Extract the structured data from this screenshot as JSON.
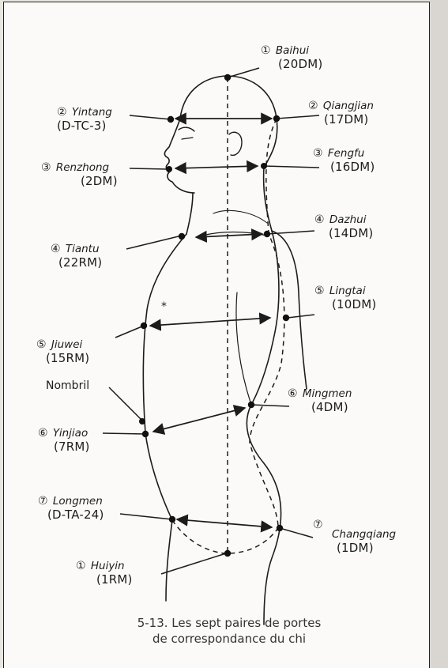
{
  "points": {
    "baihui": {
      "num": "①",
      "name": "Baihui",
      "code": "(20DM)"
    },
    "yintang": {
      "num": "②",
      "name": "Yintang",
      "code": "(D-TC-3)"
    },
    "qiangjian": {
      "num": "②",
      "name": "Qiangjian",
      "code": "(17DM)"
    },
    "renzhong": {
      "num": "③",
      "name": "Renzhong",
      "code": "(2DM)"
    },
    "fengfu": {
      "num": "③",
      "name": "Fengfu",
      "code": "(16DM)"
    },
    "tiantu": {
      "num": "④",
      "name": "Tiantu",
      "code": "(22RM)"
    },
    "dazhui": {
      "num": "④",
      "name": "Dazhui",
      "code": "(14DM)"
    },
    "jiuwei": {
      "num": "⑤",
      "name": "Jiuwei",
      "code": "(15RM)"
    },
    "lingtai": {
      "num": "⑤",
      "name": "Lingtai",
      "code": "(10DM)"
    },
    "yinjiao": {
      "num": "⑥",
      "name": "Yinjiao",
      "code": "(7RM)"
    },
    "mingmen": {
      "num": "⑥",
      "name": "Mingmen",
      "code": "(4DM)"
    },
    "longmen": {
      "num": "⑦",
      "name": "Longmen",
      "code": "(D-TA-24)"
    },
    "changqiang": {
      "num": "⑦",
      "name": "Changqiang",
      "code": "(1DM)"
    },
    "huiyin": {
      "num": "①",
      "name": "Huiyin",
      "code": "(1RM)"
    }
  },
  "nombril_label": "Nombril",
  "caption": {
    "line1": "5-13. Les sept paires de portes",
    "line2": "de correspondance du chi"
  }
}
